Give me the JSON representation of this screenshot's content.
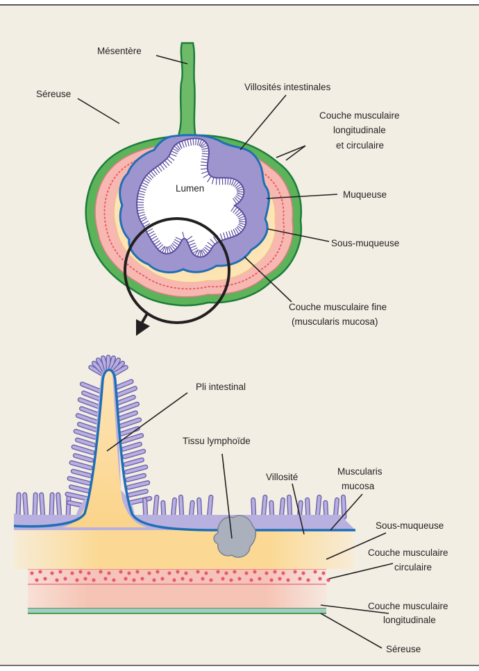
{
  "colors": {
    "background": "#f3eee3",
    "serosa": "#3da34a",
    "muscle_layer": "#f6b8b0",
    "muscle_dots": "#ea5a6a",
    "submucosa": "#fbd894",
    "mucosa": "#9f95ce",
    "muscularis_mucosa_line": "#1f6fb5",
    "lumen": "#ffffff",
    "lymphoid_tissue": "#aab0bc"
  },
  "top_view": {
    "labels": {
      "mesentere": "Mésentère",
      "sereuse": "Séreuse",
      "villosites": "Villosités intestinales",
      "couche_musc_line1": "Couche musculaire",
      "couche_musc_line2": "longitudinale",
      "couche_musc_line3": "et circulaire",
      "lumen": "Lumen",
      "muqueuse": "Muqueuse",
      "sous_muqueuse": "Sous-muqueuse",
      "fine_line1": "Couche musculaire fine",
      "fine_line2": "(muscularis mucosa)"
    }
  },
  "detail_view": {
    "labels": {
      "pli": "Pli intestinal",
      "tissu": "Tissu lymphoïde",
      "villosite": "Villosité",
      "muscularis_line1": "Muscularis",
      "muscularis_line2": "mucosa",
      "sous_muqueuse": "Sous-muqueuse",
      "circ_line1": "Couche musculaire",
      "circ_line2": "circulaire",
      "long_line1": "Couche musculaire",
      "long_line2": "longitudinale",
      "sereuse": "Séreuse"
    }
  }
}
